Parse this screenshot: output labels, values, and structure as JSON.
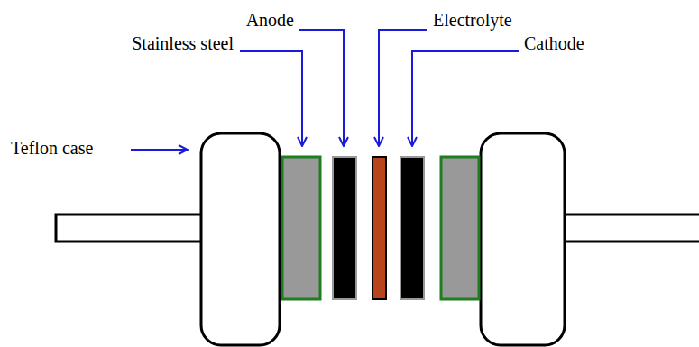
{
  "diagram": {
    "labels": [
      "Anode",
      "Electrolyte",
      "Stainless steel",
      "Cathode",
      "Teflon case"
    ]
  }
}
